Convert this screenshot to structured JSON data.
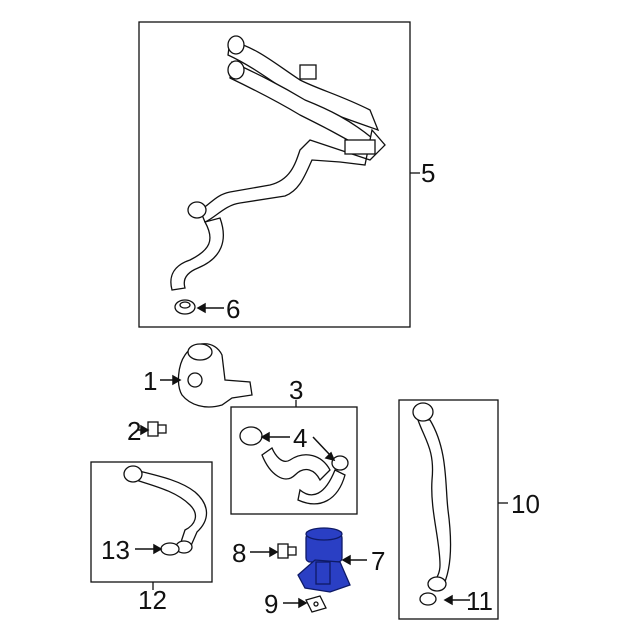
{
  "callouts": {
    "c1": "1",
    "c2": "2",
    "c3": "3",
    "c4": "4",
    "c5": "5",
    "c6": "6",
    "c7": "7",
    "c8": "8",
    "c9": "9",
    "c10": "10",
    "c11": "11",
    "c12": "12",
    "c13": "13"
  },
  "colors": {
    "highlight": "#2a3fc4",
    "line": "#111111"
  }
}
